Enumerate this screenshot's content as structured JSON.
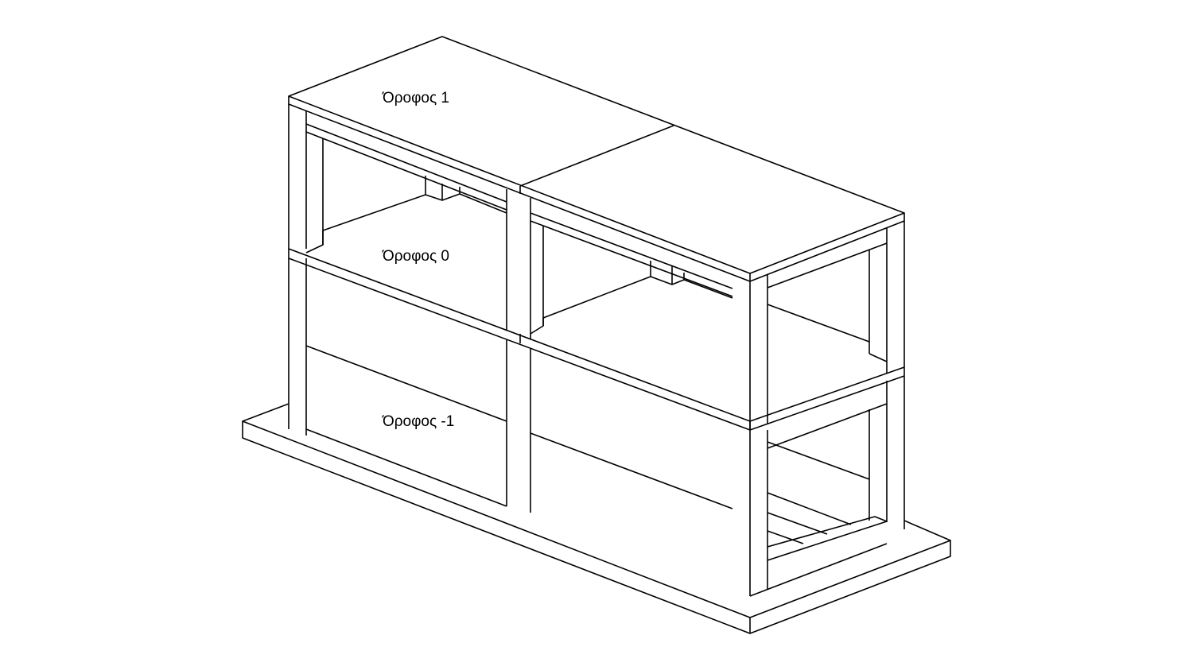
{
  "diagram": {
    "labels": {
      "floor_1": "Όροφος 1",
      "floor_0": "Όροφος 0",
      "floor_minus_1": "Όροφος -1"
    },
    "line_color": "#000000",
    "background": "#ffffff"
  }
}
